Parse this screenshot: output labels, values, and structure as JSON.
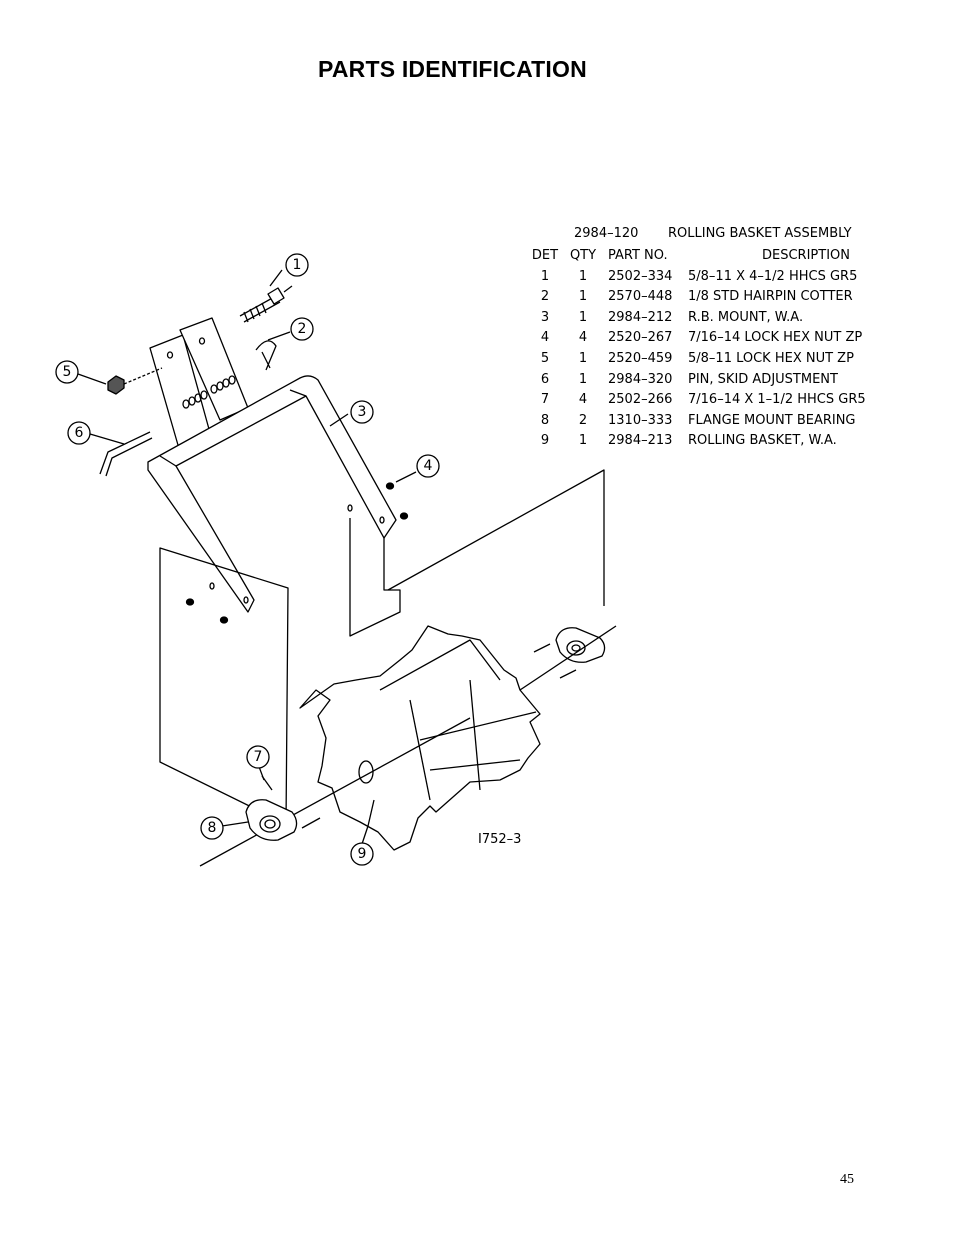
{
  "page": {
    "title": "PARTS IDENTIFICATION",
    "page_number": "45"
  },
  "parts_list": {
    "assembly_part_no": "2984–120",
    "assembly_name": "ROLLING BASKET ASSEMBLY",
    "headers": {
      "det": "DET",
      "qty": "QTY",
      "part_no": "PART NO.",
      "description": "DESCRIPTION"
    },
    "rows": [
      {
        "det": "1",
        "qty": "1",
        "part_no": "2502–334",
        "description": "5/8–11 X 4–1/2 HHCS GR5"
      },
      {
        "det": "2",
        "qty": "1",
        "part_no": "2570–448",
        "description": "1/8 STD HAIRPIN COTTER"
      },
      {
        "det": "3",
        "qty": "1",
        "part_no": "2984–212",
        "description": "R.B. MOUNT, W.A."
      },
      {
        "det": "4",
        "qty": "4",
        "part_no": "2520–267",
        "description": "7/16–14 LOCK HEX NUT ZP"
      },
      {
        "det": "5",
        "qty": "1",
        "part_no": "2520–459",
        "description": "5/8–11 LOCK HEX NUT ZP"
      },
      {
        "det": "6",
        "qty": "1",
        "part_no": "2984–320",
        "description": "PIN, SKID ADJUSTMENT"
      },
      {
        "det": "7",
        "qty": "4",
        "part_no": "2502–266",
        "description": "7/16–14 X 1–1/2 HHCS GR5"
      },
      {
        "det": "8",
        "qty": "2",
        "part_no": "1310–333",
        "description": "FLANGE MOUNT BEARING"
      },
      {
        "det": "9",
        "qty": "1",
        "part_no": "2984–213",
        "description": "ROLLING BASKET, W.A."
      }
    ]
  },
  "diagram": {
    "figure_id": "I752–3",
    "callouts": [
      "1",
      "2",
      "3",
      "4",
      "5",
      "6",
      "7",
      "8",
      "9"
    ]
  }
}
